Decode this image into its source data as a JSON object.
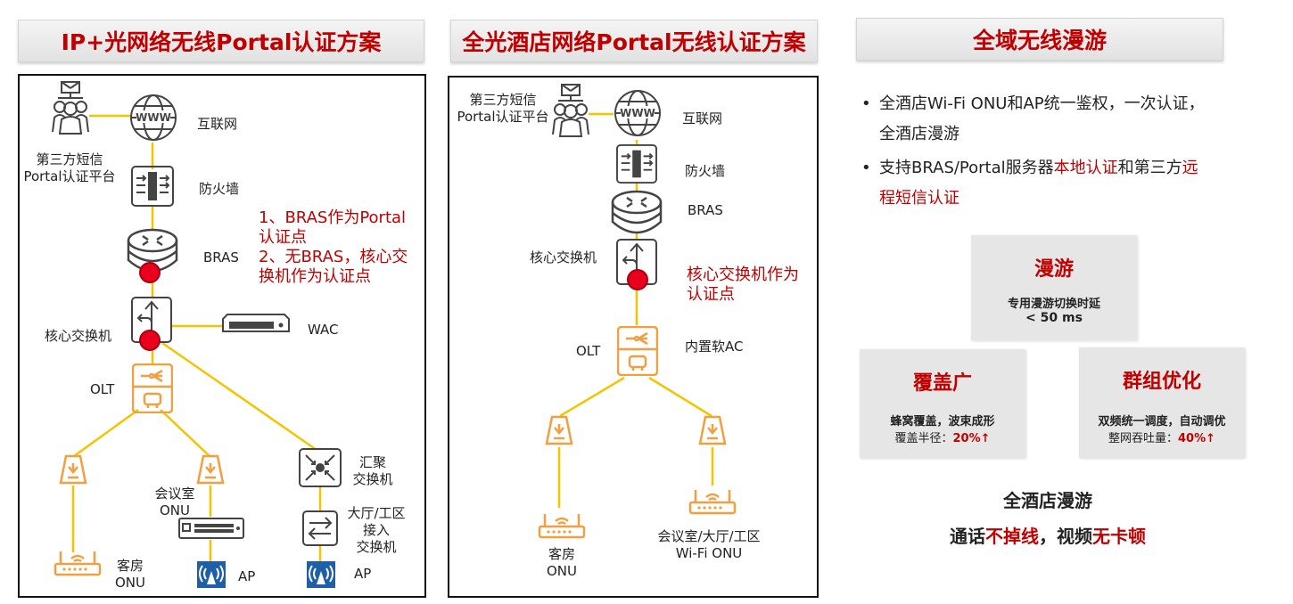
{
  "titles": {
    "left": "IP+光网络无线Portal认证方案",
    "middle": "全光酒店网络Portal无线认证方案",
    "right": "全域无线漫游"
  },
  "left_panel": {
    "internet": "互联网",
    "sms_platform_line1": "第三方短信",
    "sms_platform_line2": "Portal认证平台",
    "firewall": "防火墙",
    "bras": "BRAS",
    "core_switch": "核心交换机",
    "wac": "WAC",
    "olt": "OLT",
    "agg_switch_line1": "汇聚",
    "agg_switch_line2": "交换机",
    "meeting_onu_line1": "会议室",
    "meeting_onu_line2": "ONU",
    "room_onu_line1": "客房",
    "room_onu_line2": "ONU",
    "ap1": "AP",
    "ap2": "AP",
    "access_switch_line1": "大厅/工区",
    "access_switch_line2": "接入",
    "access_switch_line3": "交换机",
    "note_line1": "1、BRAS作为Portal",
    "note_line2": "认证点",
    "note_line3": "2、无BRAS，核心交",
    "note_line4": "换机作为认证点"
  },
  "middle_panel": {
    "sms_platform_line1": "第三方短信",
    "sms_platform_line2": "Portal认证平台",
    "internet": "互联网",
    "firewall": "防火墙",
    "bras": "BRAS",
    "core_switch": "核心交换机",
    "note_line1": "核心交换机作为",
    "note_line2": "认证点",
    "olt": "OLT",
    "builtin_ac": "内置软AC",
    "room_onu_line1": "客房",
    "room_onu_line2": "ONU",
    "wifi_onu_line1": "会议室/大厅/工区",
    "wifi_onu_line2": "Wi-Fi ONU"
  },
  "right_panel": {
    "bullet1_line1": "全酒店Wi-Fi ONU和AP统一鉴权，一次认证，",
    "bullet1_line2": "全酒店漫游",
    "bullet2_a": "支持BRAS/Portal服务器",
    "bullet2_b": "本地认证",
    "bullet2_c": "和第三方",
    "bullet2_d": "远",
    "bullet2_e": "程短信认证",
    "card_roam": {
      "title": "漫游",
      "line1": "专用漫游切换时延",
      "line2": "< 50 ms"
    },
    "card_cover": {
      "title": "覆盖广",
      "line1": "蜂窝覆盖，波束成形",
      "line2_a": "覆盖半径：",
      "line2_b": "20%↑"
    },
    "card_group": {
      "title": "群组优化",
      "line1": "双频统一调度，自动调优",
      "line2_a": "整网吞吐量：",
      "line2_b": "40%↑"
    },
    "bottom_line1": "全酒店漫游",
    "bottom_a": "通话",
    "bottom_b": "不掉线",
    "bottom_c": "，视频",
    "bottom_d": "无卡顿"
  },
  "colors": {
    "accent_red": "#c00000",
    "link_yellow": "#f5c400",
    "onu_orange": "#f0a040",
    "ap_blue": "#1f5fa8",
    "auth_dot": "#e8001d"
  }
}
